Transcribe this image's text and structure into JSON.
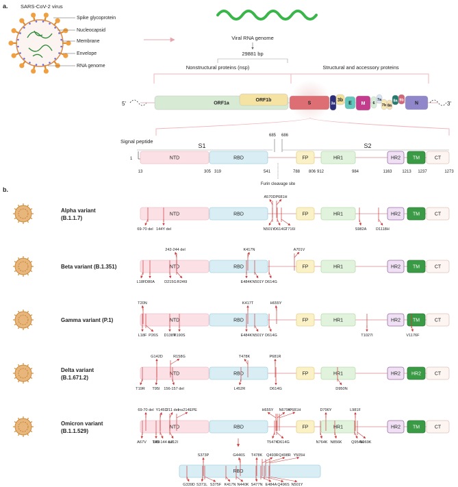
{
  "panel_a": {
    "label": "a.",
    "virus_title": "SARS-CoV-2 virus",
    "virus_parts": [
      "Spike glycoprotein",
      "Nucleocapsid",
      "Membrane",
      "Envelope",
      "RNA genome"
    ],
    "genome_label": "Viral RNA genome",
    "genome_size": "29881 bp",
    "nsp_label": "Nonstructural proteins (nsp)",
    "structural_label": "Structural and accessory proteins",
    "five_prime": "5'",
    "three_prime": "3'",
    "genes": [
      {
        "name": "ORF1a",
        "color": "#d7ead3"
      },
      {
        "name": "ORF1b",
        "color": "#f5e3a4"
      },
      {
        "name": "S",
        "color": "#dd6f74"
      },
      {
        "name": "3a",
        "color": "#2d2e7a"
      },
      {
        "name": "3b",
        "color": "#f3e19c"
      },
      {
        "name": "E",
        "color": "#63c6bd"
      },
      {
        "name": "M",
        "color": "#c43d8d"
      },
      {
        "name": "6",
        "color": "#d7ecd8"
      },
      {
        "name": "7a",
        "color": "#d8e4f4"
      },
      {
        "name": "7b",
        "color": "#f6e7b5"
      },
      {
        "name": "8a",
        "color": "#f6e0b4"
      },
      {
        "name": "8a",
        "color": "#237a6d"
      },
      {
        "name": "9b",
        "color": "#d0667a"
      },
      {
        "name": "N",
        "color": "#8f87c9"
      }
    ],
    "spike": {
      "signal_peptide": "Signal peptide",
      "s1": "S1",
      "s2": "S2",
      "furin": "Furin cleavage site",
      "domains": [
        "NTD",
        "RBD",
        "FP",
        "HR1",
        "HR2",
        "TM",
        "CT"
      ],
      "top_positions": [
        "685",
        "686"
      ],
      "start": "1",
      "positions": [
        "13",
        "305",
        "319",
        "541",
        "788",
        "806",
        "912",
        "984",
        "1163",
        "1213",
        "1237",
        "1273"
      ]
    }
  },
  "panel_b": {
    "label": "b.",
    "domains": [
      "NTD",
      "RBD",
      "FP",
      "HR1",
      "HR2",
      "TM",
      "CT"
    ],
    "variants": [
      {
        "name": [
          "Alpha variant",
          "(B.1.1.7)"
        ],
        "top": [
          "A570D",
          "P681H"
        ],
        "bottom": [
          "69-70 del",
          "144Y del",
          "N501Y",
          "D614G",
          "T716I",
          "S982A",
          "D1118H"
        ]
      },
      {
        "name": [
          "Beta variant (B.1.351)"
        ],
        "top": [
          "242-244 del",
          "K417N",
          "A701V"
        ],
        "bottom": [
          "L18F",
          "D80A",
          "D215G",
          "R246I",
          "E484K",
          "N501Y",
          "D614G"
        ]
      },
      {
        "name": [
          "Gamma variant (P.1)"
        ],
        "top": [
          "T20N",
          "K417T",
          "H655Y"
        ],
        "bottom": [
          "L18F",
          "P26S",
          "D138Y",
          "R190S",
          "E484K",
          "N501Y",
          "D614G",
          "T1027I",
          "V1176F"
        ]
      },
      {
        "name": [
          "Delta variant",
          "(B.1.671.2)"
        ],
        "top": [
          "G142D",
          "R158G",
          "T478K",
          "P681R"
        ],
        "bottom": [
          "T19R",
          "T95I",
          "156-157 del",
          "L452R",
          "D614G",
          "D950N"
        ]
      },
      {
        "name": [
          "Omicron variant",
          "(B.1.1.529)"
        ],
        "top": [
          "69-70 del",
          "Y145D",
          "211 del",
          "ins214EPE",
          "H655Y",
          "N679K",
          "P681H",
          "D796Y",
          "L981F"
        ],
        "bottom": [
          "A67V",
          "T95I",
          "142-144 del",
          "L212I",
          "T547K",
          "D614G",
          "N764K",
          "N856K",
          "Q954H",
          "N969K"
        ]
      }
    ],
    "omicron_rbd": {
      "label": "RBD",
      "top": [
        "S373P",
        "G446S",
        "T478K",
        "Q493R",
        "Q498R",
        "Y505H"
      ],
      "bottom": [
        "G339D",
        "S371L",
        "S375F",
        "K417N",
        "N440K",
        "S477N",
        "E484A",
        "Q496S",
        "N501Y"
      ]
    },
    "colors": {
      "ntd": "#fbe0e6",
      "rbd": "#d8eef4",
      "fp": "#fbf1c6",
      "hr1": "#e1f3dc",
      "hr2": "#efe0f4",
      "tm": "#3b9a45",
      "ct": "#fdf5f1",
      "line": "#e5a3aa",
      "mut": "#cc3b3b"
    }
  }
}
